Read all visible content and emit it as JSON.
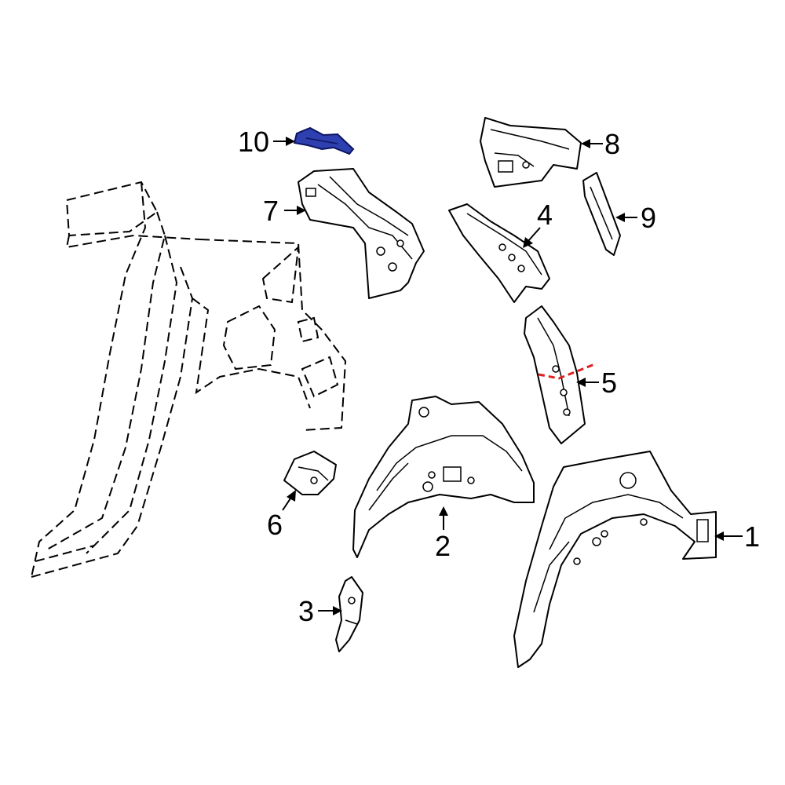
{
  "callouts": [
    "1",
    "2",
    "3",
    "4",
    "5",
    "6",
    "7",
    "8",
    "9",
    "10"
  ],
  "colors": {
    "highlight": "#2e3fb0",
    "cut_line": "#e02020",
    "line": "#000000"
  }
}
